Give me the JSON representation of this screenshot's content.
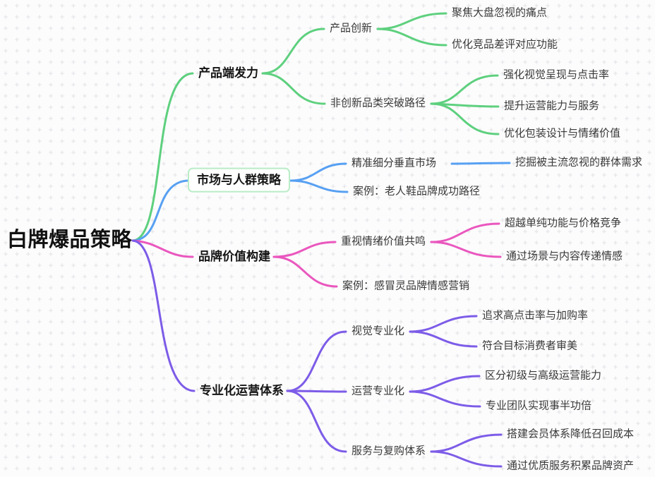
{
  "colors": {
    "branch_green": "#5ed07e",
    "branch_blue": "#57a0f2",
    "branch_pink": "#ea57be",
    "branch_purple": "#7d5ce8",
    "box_border_green": "#b9ecc6",
    "grid_cross": "#e3e3e7",
    "background": "#fcfcfd",
    "text_dark": "#3a3a3a"
  },
  "mindmap": {
    "root": {
      "label": "白牌爆品策略"
    },
    "branches": [
      {
        "label": "产品端发力",
        "children": [
          {
            "label": "产品创新",
            "children": [
              {
                "label": "聚焦大盘忽视的痛点"
              },
              {
                "label": "优化竞品差评对应功能"
              }
            ]
          },
          {
            "label": "非创新品类突破路径",
            "children": [
              {
                "label": "强化视觉呈现与点击率"
              },
              {
                "label": "提升运营能力与服务"
              },
              {
                "label": "优化包装设计与情绪价值"
              }
            ]
          }
        ]
      },
      {
        "label": "市场与人群策略",
        "children": [
          {
            "label": "精准细分垂直市场",
            "children": [
              {
                "label": "挖掘被主流忽视的群体需求"
              }
            ]
          },
          {
            "label": "案例：老人鞋品牌成功路径"
          }
        ]
      },
      {
        "label": "品牌价值构建",
        "children": [
          {
            "label": "重视情绪价值共鸣",
            "children": [
              {
                "label": "超越单纯功能与价格竞争"
              },
              {
                "label": "通过场景与内容传递情感"
              }
            ]
          },
          {
            "label": "案例：感冒灵品牌情感营销"
          }
        ]
      },
      {
        "label": "专业化运营体系",
        "children": [
          {
            "label": "视觉专业化",
            "children": [
              {
                "label": "追求高点击率与加购率"
              },
              {
                "label": "符合目标消费者审美"
              }
            ]
          },
          {
            "label": "运营专业化",
            "children": [
              {
                "label": "区分初级与高级运营能力"
              },
              {
                "label": "专业团队实现事半功倍"
              }
            ]
          },
          {
            "label": "服务与复购体系",
            "children": [
              {
                "label": "搭建会员体系降低召回成本"
              },
              {
                "label": "通过优质服务积累品牌资产"
              }
            ]
          }
        ]
      }
    ]
  }
}
